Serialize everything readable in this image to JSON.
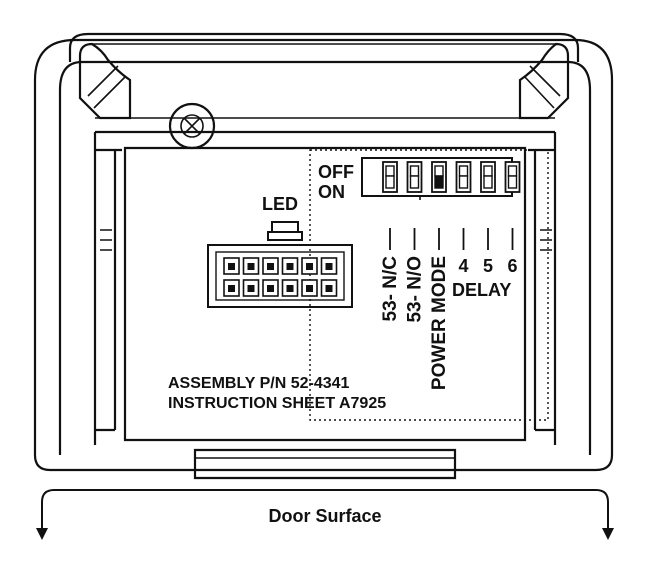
{
  "switch": {
    "off_label": "OFF",
    "on_label": "ON",
    "count": 6
  },
  "switch_labels": [
    "53- N/C",
    "53- N/O",
    "POWER MODE",
    "4",
    "5",
    "6"
  ],
  "delay_label": "DELAY",
  "led_label": "LED",
  "assembly_line1": "ASSEMBLY P/N 52-4341",
  "assembly_line2": "INSTRUCTION SHEET A7925",
  "door_surface_label": "Door Surface"
}
